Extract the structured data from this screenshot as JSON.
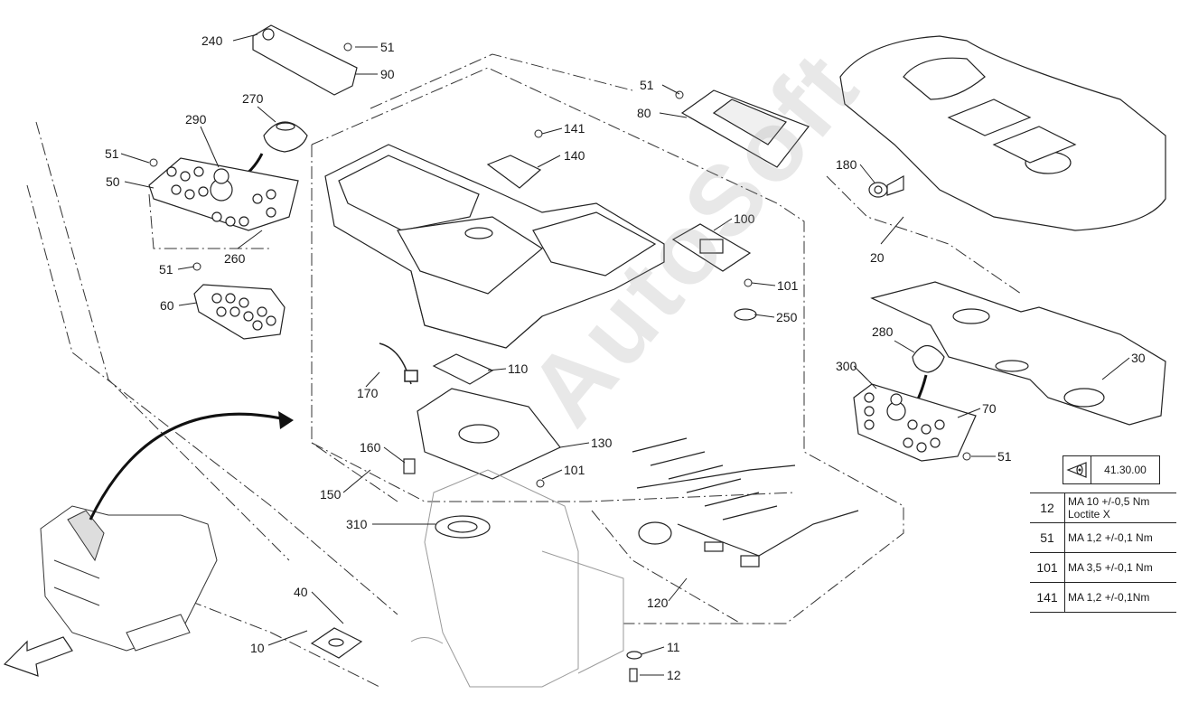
{
  "callouts": [
    "240",
    "51",
    "90",
    "270",
    "290",
    "51",
    "50",
    "260",
    "51",
    "60",
    "141",
    "140",
    "51",
    "80",
    "100",
    "101",
    "250",
    "180",
    "20",
    "30",
    "280",
    "300",
    "70",
    "51",
    "170",
    "110",
    "160",
    "130",
    "101",
    "150",
    "310",
    "120",
    "40",
    "10",
    "11",
    "12"
  ],
  "watermark": "AutoSoft",
  "reference": {
    "label": "41.30.00",
    "icon": "eye-icon"
  },
  "torque_table": [
    {
      "ref": "12",
      "spec": "MA 10 +/-0,5 Nm",
      "note": "Loctite X"
    },
    {
      "ref": "51",
      "spec": "MA 1,2 +/-0,1 Nm",
      "note": ""
    },
    {
      "ref": "101",
      "spec": "MA 3,5 +/-0,1 Nm",
      "note": ""
    },
    {
      "ref": "141",
      "spec": "MA 1,2 +/-0,1Nm",
      "note": ""
    }
  ]
}
